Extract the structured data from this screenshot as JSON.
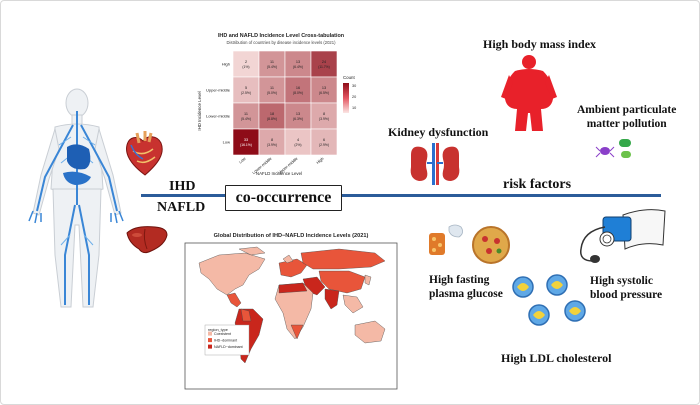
{
  "labels": {
    "ihd": "IHD",
    "nafld": "NAFLD",
    "co_occurrence": "co-occurrence",
    "risk_factors": "risk factors"
  },
  "risk_factors": {
    "bmi": "High body mass index",
    "pm_line1": "Ambient particulate",
    "pm_line2": "matter pollution",
    "kidney": "Kidney dysfunction",
    "glucose_line1": "High fasting",
    "glucose_line2": "plasma glucose",
    "sbp_line1": "High systolic",
    "sbp_line2": "blood pressure",
    "ldl": "High LDL cholesterol"
  },
  "crosstab": {
    "title": "IHD and NAFLD Incidence Level Cross-tabulation",
    "subtitle": "Distribution of countries by disease incidence levels (2021)",
    "xlabel": "NAFLD Incidence Level",
    "ylabel": "IHD Incidence Level",
    "legend_title": "Count",
    "legend_ticks": [
      "30",
      "20",
      "10"
    ],
    "levels": [
      "Low",
      "Lower-middle",
      "Upper-middle",
      "High"
    ],
    "rows": [
      {
        "label": "High",
        "cells": [
          {
            "n": "2",
            "p": "(1%)"
          },
          {
            "n": "11",
            "p": "(5.4%)"
          },
          {
            "n": "13",
            "p": "(6.4%)"
          },
          {
            "n": "24",
            "p": "(11.7%)"
          }
        ]
      },
      {
        "label": "Upper-middle",
        "cells": [
          {
            "n": "5",
            "p": "(2.5%)"
          },
          {
            "n": "11",
            "p": "(5.0%)"
          },
          {
            "n": "16",
            "p": "(8.0%)"
          },
          {
            "n": "13",
            "p": "(6.5%)"
          }
        ]
      },
      {
        "label": "Lower-middle",
        "cells": [
          {
            "n": "11",
            "p": "(5.4%)"
          },
          {
            "n": "18",
            "p": "(8.8%)"
          },
          {
            "n": "13",
            "p": "(6.3%)"
          },
          {
            "n": "8",
            "p": "(3.9%)"
          }
        ]
      },
      {
        "label": "Low",
        "cells": [
          {
            "n": "33",
            "p": "(16.1%)"
          },
          {
            "n": "8",
            "p": "(3.9%)"
          },
          {
            "n": "4",
            "p": "(2%)"
          },
          {
            "n": "6",
            "p": "(2.9%)"
          }
        ]
      }
    ]
  },
  "map": {
    "title": "Global Distribution of IHD−NAFLD Incidence Levels (2021)",
    "legend_title": "region_type",
    "legend_items": [
      {
        "label": "Coexistent",
        "color": "#f4b9a6"
      },
      {
        "label": "IHD−dominant",
        "color": "#e8553a"
      },
      {
        "label": "NAFLD−dominant",
        "color": "#c9261c"
      }
    ]
  },
  "colors": {
    "timeline": "#2b5c9a",
    "anatomy_blue": "#3a86d6",
    "heat_low": "#fbe6e4",
    "heat_high": "#8e0c18",
    "body_red": "#e8212a"
  },
  "icons": [
    "human-anatomy-icon",
    "heart-icon",
    "liver-icon",
    "obese-body-icon",
    "microbe-icon",
    "kidney-icon",
    "food-icon",
    "blood-pressure-cuff-icon",
    "artery-plaque-icon"
  ]
}
